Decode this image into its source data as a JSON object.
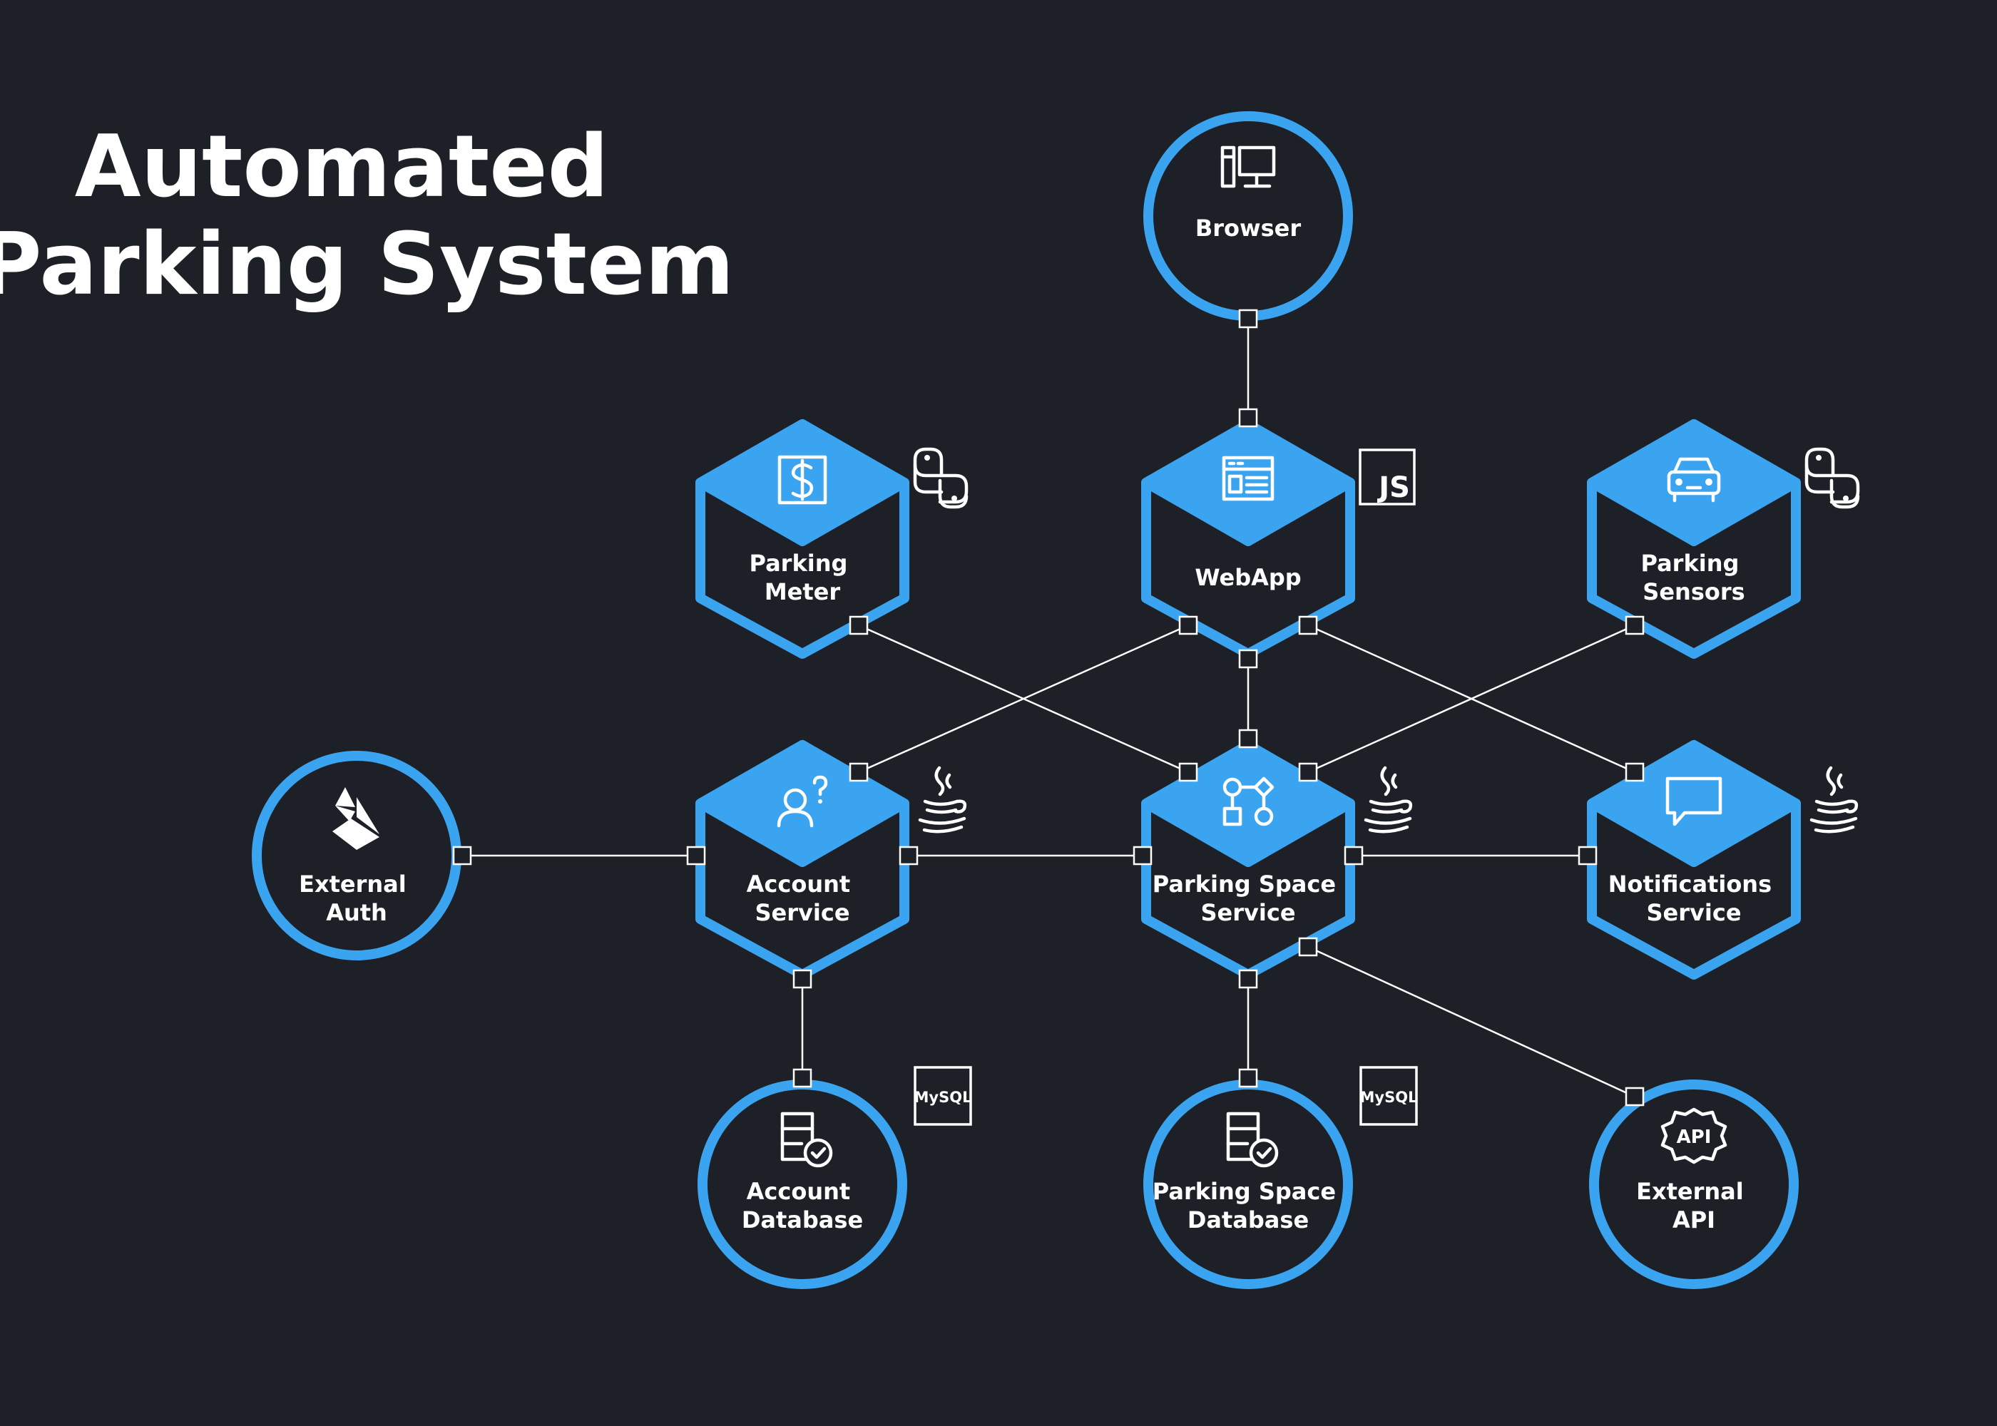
{
  "title": [
    "Automated",
    "Parking System"
  ],
  "colors": {
    "background": "#1d2027",
    "accent": "#3aa4f0",
    "line": "#ffffff"
  },
  "nodes": {
    "browser": {
      "label": [
        "Browser"
      ],
      "shape": "circle",
      "icon": "monitor-icon"
    },
    "parking_meter": {
      "label": [
        "Parking",
        "Meter"
      ],
      "shape": "hexagon",
      "icon": "dollar-sign-icon",
      "tech_badge": "python-logo"
    },
    "webapp": {
      "label": [
        "WebApp"
      ],
      "shape": "hexagon",
      "icon": "browser-window-icon",
      "tech_badge": "JS"
    },
    "parking_sensors": {
      "label": [
        "Parking",
        "Sensors"
      ],
      "shape": "hexagon",
      "icon": "car-icon",
      "tech_badge": "python-logo"
    },
    "external_auth": {
      "label": [
        "External",
        "Auth"
      ],
      "shape": "circle",
      "icon": "firebase-icon"
    },
    "account_service": {
      "label": [
        "Account",
        "Service"
      ],
      "shape": "hexagon",
      "icon": "user-question-icon",
      "tech_badge": "java-logo"
    },
    "parking_space_service": {
      "label": [
        "Parking Space",
        "Service"
      ],
      "shape": "hexagon",
      "icon": "workflow-icon",
      "tech_badge": "java-logo"
    },
    "notifications_service": {
      "label": [
        "Notifications",
        "Service"
      ],
      "shape": "hexagon",
      "icon": "chat-bubble-icon",
      "tech_badge": "java-logo"
    },
    "account_database": {
      "label": [
        "Account",
        "Database"
      ],
      "shape": "circle",
      "icon": "database-check-icon",
      "tech_badge": "MySQL"
    },
    "parking_space_database": {
      "label": [
        "Parking Space",
        "Database"
      ],
      "shape": "circle",
      "icon": "database-check-icon",
      "tech_badge": "MySQL"
    },
    "external_api": {
      "label": [
        "External",
        "API"
      ],
      "shape": "circle",
      "icon": "api-gear-icon",
      "icon_text": "API"
    }
  },
  "edges": [
    [
      "browser",
      "webapp"
    ],
    [
      "webapp",
      "parking_space_service"
    ],
    [
      "webapp",
      "account_service"
    ],
    [
      "webapp",
      "notifications_service"
    ],
    [
      "parking_meter",
      "parking_space_service"
    ],
    [
      "parking_sensors",
      "parking_space_service"
    ],
    [
      "external_auth",
      "account_service"
    ],
    [
      "account_service",
      "parking_space_service"
    ],
    [
      "parking_space_service",
      "notifications_service"
    ],
    [
      "account_service",
      "account_database"
    ],
    [
      "parking_space_service",
      "parking_space_database"
    ],
    [
      "parking_space_service",
      "external_api"
    ]
  ]
}
